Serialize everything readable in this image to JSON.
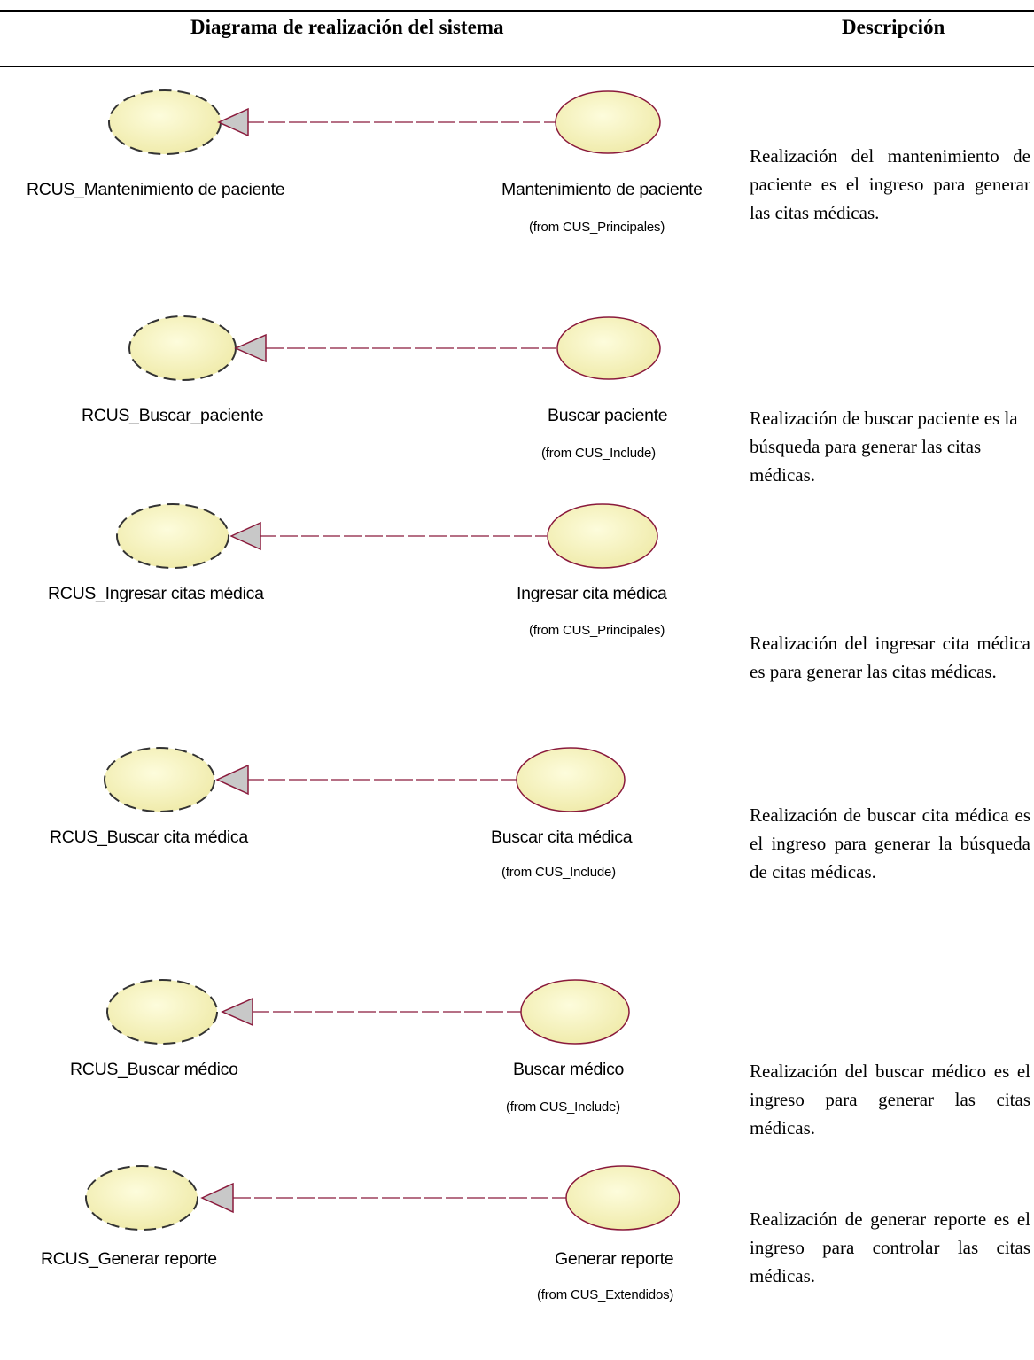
{
  "header": {
    "diagram_title": "Diagrama de realización  del sistema",
    "description_title": "Descripción"
  },
  "rows": [
    {
      "realization": "RCUS_Mantenimiento de paciente",
      "use_case": "Mantenimiento de paciente",
      "package": "(from CUS_Principales)",
      "description": "Realización del mantenimiento de paciente es el ingreso para generar las citas médicas."
    },
    {
      "realization": "RCUS_Buscar_paciente",
      "use_case": "Buscar paciente",
      "package": "(from CUS_Include)",
      "description": "Realización de buscar paciente es la búsqueda para generar las citas médicas."
    },
    {
      "realization": "RCUS_Ingresar citas médica",
      "use_case": "Ingresar cita médica",
      "package": "(from CUS_Principales)",
      "description": "Realización del ingresar cita médica es para generar las citas médicas."
    },
    {
      "realization": "RCUS_Buscar cita médica",
      "use_case": "Buscar cita médica",
      "package": "(from CUS_Include)",
      "description": "Realización de buscar cita médica es el ingreso para generar la búsqueda de citas médicas."
    },
    {
      "realization": "RCUS_Buscar médico",
      "use_case": "Buscar médico",
      "package": "(from CUS_Include)",
      "description": "Realización del buscar médico es el ingreso para generar las citas médicas."
    },
    {
      "realization": "RCUS_Generar reporte",
      "use_case": "Generar reporte",
      "package": "(from CUS_Extendidos)",
      "description": "Realización de generar reporte es el ingreso para controlar las citas médicas."
    }
  ],
  "colors": {
    "ellipse_fill": "#f7f5c4",
    "ellipse_stroke_realization": "#333333",
    "ellipse_stroke_usecase": "#8a1a3c",
    "connector": "#8a1a3c",
    "arrowhead_fill": "#c8c8c8"
  }
}
